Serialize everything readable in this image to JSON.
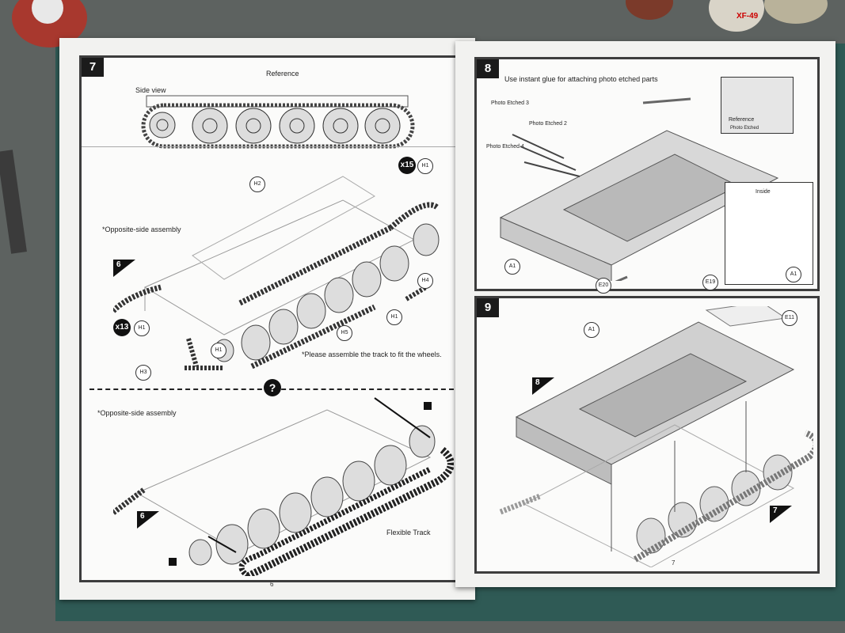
{
  "left_page": {
    "page_number": "6",
    "step7": {
      "number": "7",
      "reference_label": "Reference",
      "side_view_label": "Side view",
      "opposite_side_label": "*Opposite-side assembly",
      "opposite_side_label_2": "*Opposite-side assembly",
      "assemble_note": "*Please assemble the track to fit the wheels.",
      "flexible_track_label": "Flexible Track",
      "qty_15": "x15",
      "qty_13": "x13",
      "step6_ref": "6",
      "step6_ref_2": "6",
      "question_mark": "?",
      "parts": {
        "h1a": "H1",
        "h1b": "H1",
        "h1c": "H1",
        "h1d": "H1",
        "h2": "H2",
        "h3": "H3",
        "h4": "H4",
        "h5": "H5"
      }
    }
  },
  "right_page": {
    "page_number": "7",
    "step8": {
      "number": "8",
      "instruction": "Use instant glue for attaching photo etched parts",
      "pe3": "Photo Etched 3",
      "pe2": "Photo Etched 2",
      "pe4": "Photo Etched 4",
      "ref_label": "Reference",
      "ref_pe_label": "Photo Etched",
      "inside_label": "Inside",
      "parts": {
        "a1": "A1",
        "a1_inset": "A1",
        "e20": "E20",
        "e19": "E19"
      }
    },
    "step9": {
      "number": "9",
      "step8_ref": "8",
      "step7_ref": "7",
      "parts": {
        "a1": "A1",
        "e11": "E11"
      }
    }
  },
  "paint_labels": {
    "jar1": "XF-49"
  }
}
